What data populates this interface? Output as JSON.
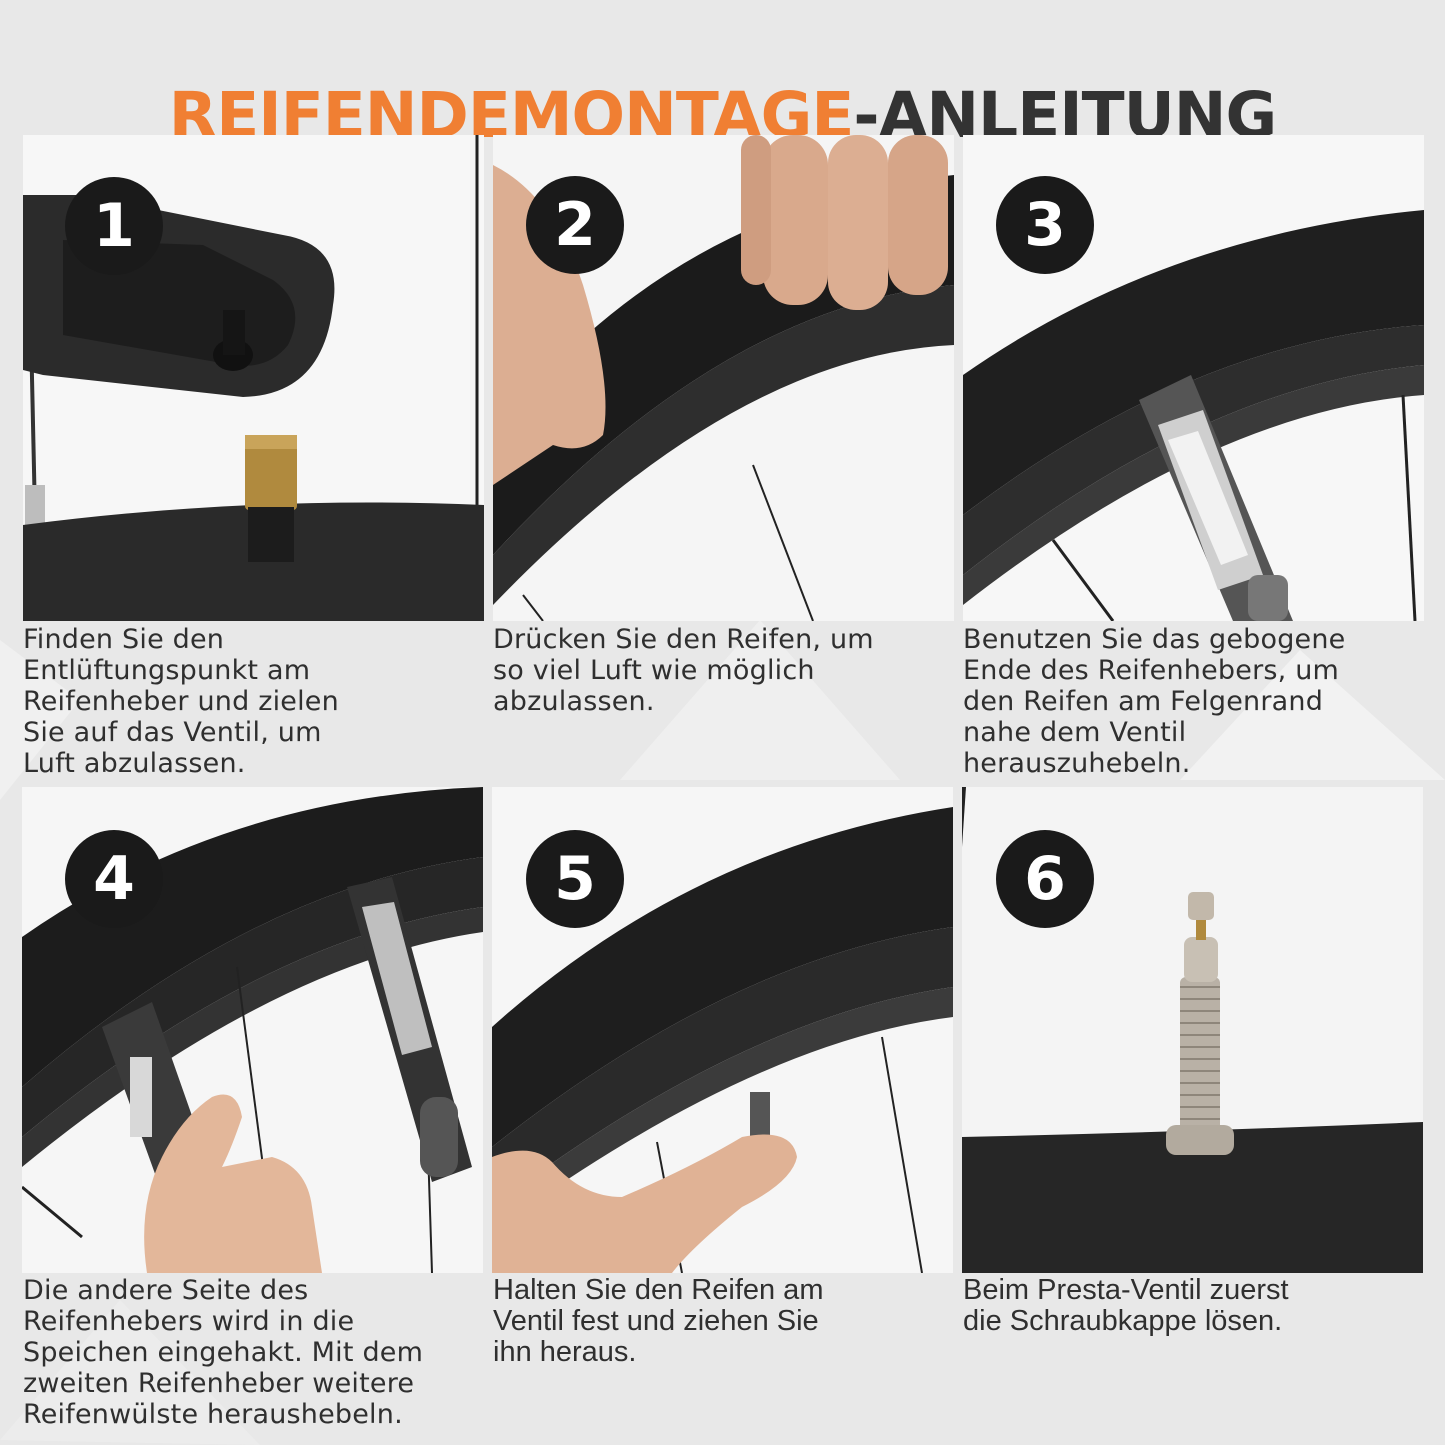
{
  "title": {
    "accent": "REIFENDEMONTAGE",
    "rest": "-ANLEITUNG"
  },
  "colors": {
    "accent": "#f07f33",
    "dark": "#333333",
    "background": "#e8e8e8",
    "badge": "#1a1a1a"
  },
  "steps": [
    {
      "number": "1",
      "image": "tire-lever-deflating-schrader-valve",
      "caption": "Finden Sie den\nEntlüftungspunkt am\nReifenheber und zielen\nSie auf das Ventil, um\nLuft abzulassen."
    },
    {
      "number": "2",
      "image": "fingers-squeezing-tire",
      "caption": "Drücken Sie den Reifen, um\nso viel Luft wie möglich\nabzulassen."
    },
    {
      "number": "3",
      "image": "tire-lever-inserted-at-rim",
      "caption": "Benutzen Sie das gebogene\nEnde des Reifenhebers, um\nden Reifen am Felgenrand\nnahe dem Ventil\nherauszuhebeln."
    },
    {
      "number": "4",
      "image": "two-tire-levers-hooked-on-spokes",
      "caption": "Die andere Seite des\nReifenhebers wird in die\nSpeichen eingehakt. Mit dem\nzweiten Reifenheber weitere\nReifenwülste heraushebeln."
    },
    {
      "number": "5",
      "image": "finger-pushing-valve-out",
      "caption": "Halten Sie den Reifen am\nVentil fest und ziehen Sie\nihn heraus."
    },
    {
      "number": "6",
      "image": "presta-valve-closeup",
      "caption": "Beim Presta-Ventil zuerst\ndie Schraubkappe lösen."
    }
  ]
}
